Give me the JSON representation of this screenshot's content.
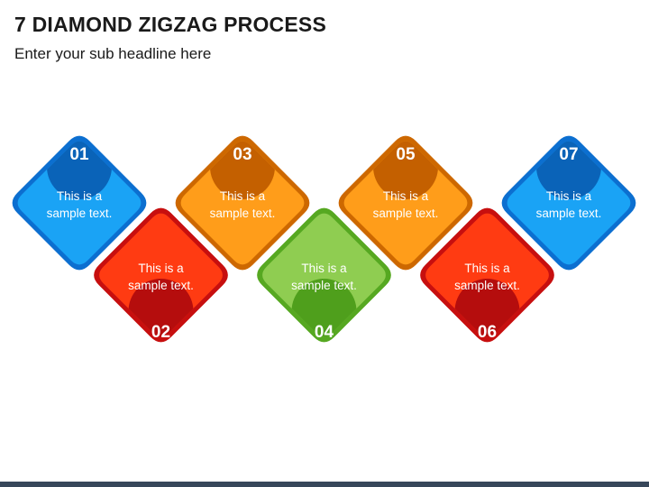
{
  "header": {
    "title": "7 DIAMOND ZIGZAG PROCESS",
    "subtitle": "Enter your sub headline here"
  },
  "steps": [
    {
      "number": "01",
      "line1": "This is a",
      "line2": "sample text.",
      "position": "top",
      "color": "#1aa3f5",
      "dark": "#0c6fd0",
      "number_color": "#0a63b8"
    },
    {
      "number": "02",
      "line1": "This is a",
      "line2": "sample text.",
      "position": "bottom",
      "color": "#ff3b12",
      "dark": "#c70f0f",
      "number_color": "#b50d0d"
    },
    {
      "number": "03",
      "line1": "This is a",
      "line2": "sample text.",
      "position": "top",
      "color": "#ff9d1a",
      "dark": "#cd6800",
      "number_color": "#c46000"
    },
    {
      "number": "04",
      "line1": "This is a",
      "line2": "sample text.",
      "position": "bottom",
      "color": "#8fcd51",
      "dark": "#56a821",
      "number_color": "#4f9f1c"
    },
    {
      "number": "05",
      "line1": "This is a",
      "line2": "sample text.",
      "position": "top",
      "color": "#ff9d1a",
      "dark": "#cd6800",
      "number_color": "#c46000"
    },
    {
      "number": "06",
      "line1": "This is a",
      "line2": "sample text.",
      "position": "bottom",
      "color": "#ff3b12",
      "dark": "#c70f0f",
      "number_color": "#b50d0d"
    },
    {
      "number": "07",
      "line1": "This is a",
      "line2": "sample text.",
      "position": "top",
      "color": "#1aa3f5",
      "dark": "#0c6fd0",
      "number_color": "#0a63b8"
    }
  ]
}
